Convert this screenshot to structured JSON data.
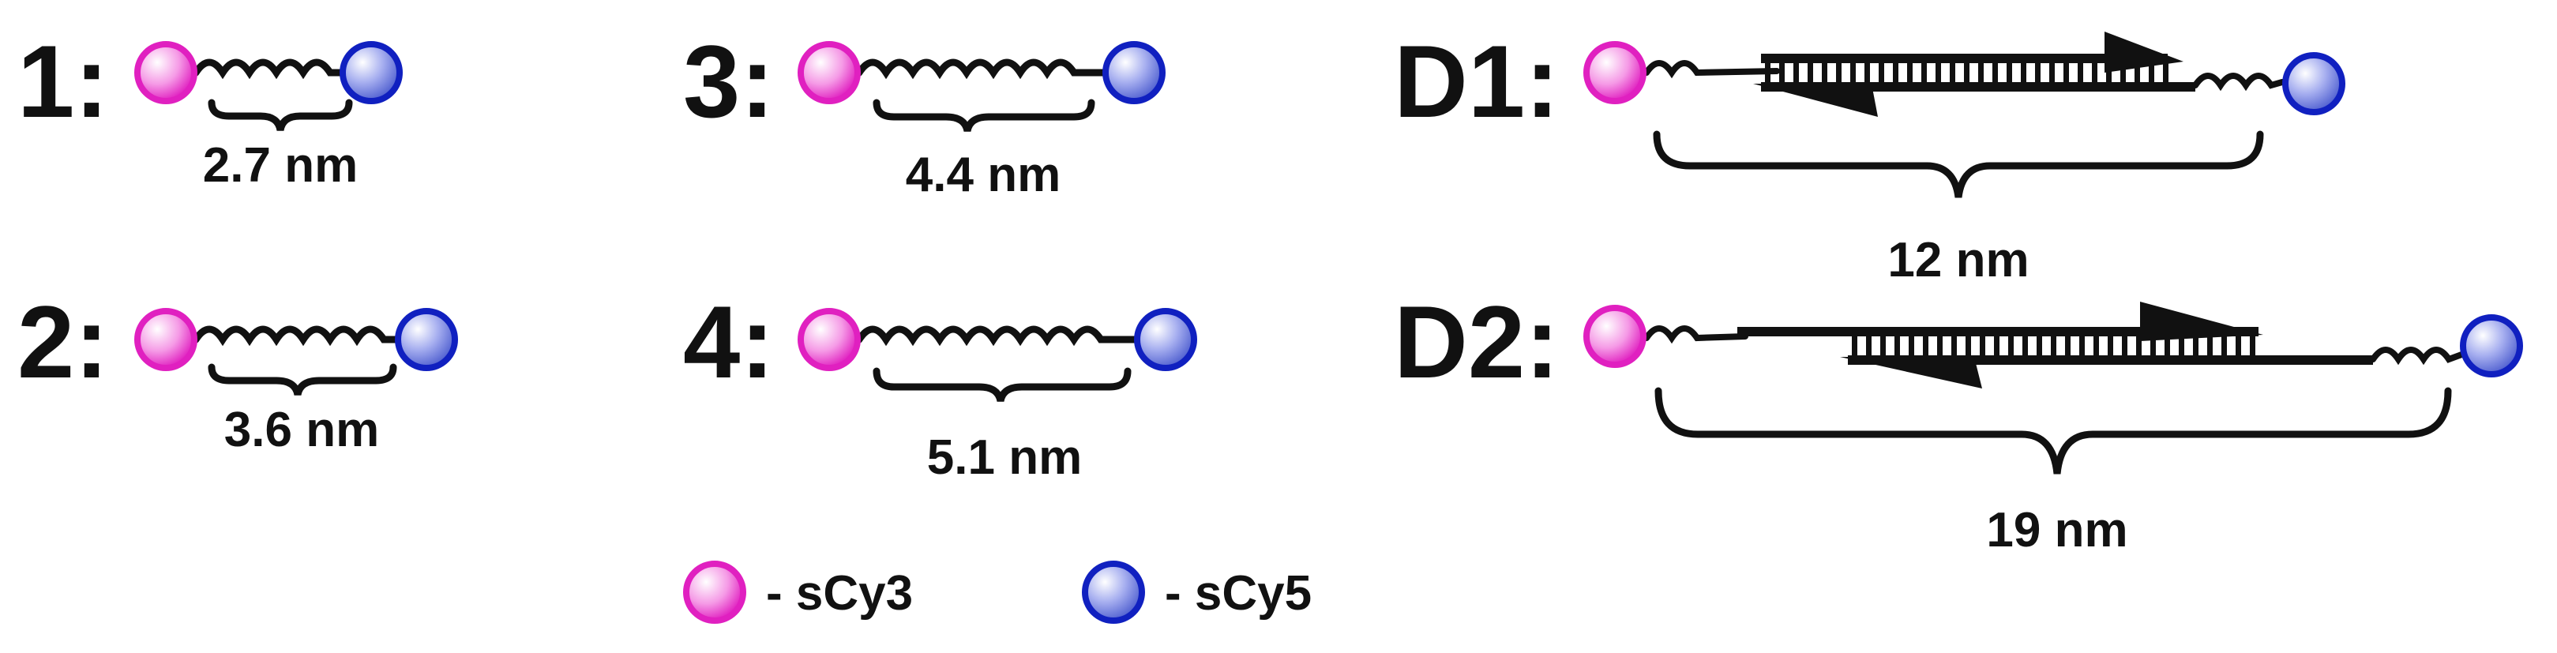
{
  "constructs": [
    {
      "id": "1",
      "label": "1:",
      "distance": "2.7 nm"
    },
    {
      "id": "2",
      "label": "2:",
      "distance": "3.6 nm"
    },
    {
      "id": "3",
      "label": "3:",
      "distance": "4.4 nm"
    },
    {
      "id": "4",
      "label": "4:",
      "distance": "5.1 nm"
    },
    {
      "id": "D1",
      "label": "D1:",
      "distance": "12 nm"
    },
    {
      "id": "D2",
      "label": "D2:",
      "distance": "19 nm"
    }
  ],
  "legend": {
    "donor": "- sCy3",
    "acceptor": "- sCy5"
  },
  "colors": {
    "donor": "#ee33cc",
    "acceptor": "#2a3fd8",
    "line": "#111111"
  }
}
